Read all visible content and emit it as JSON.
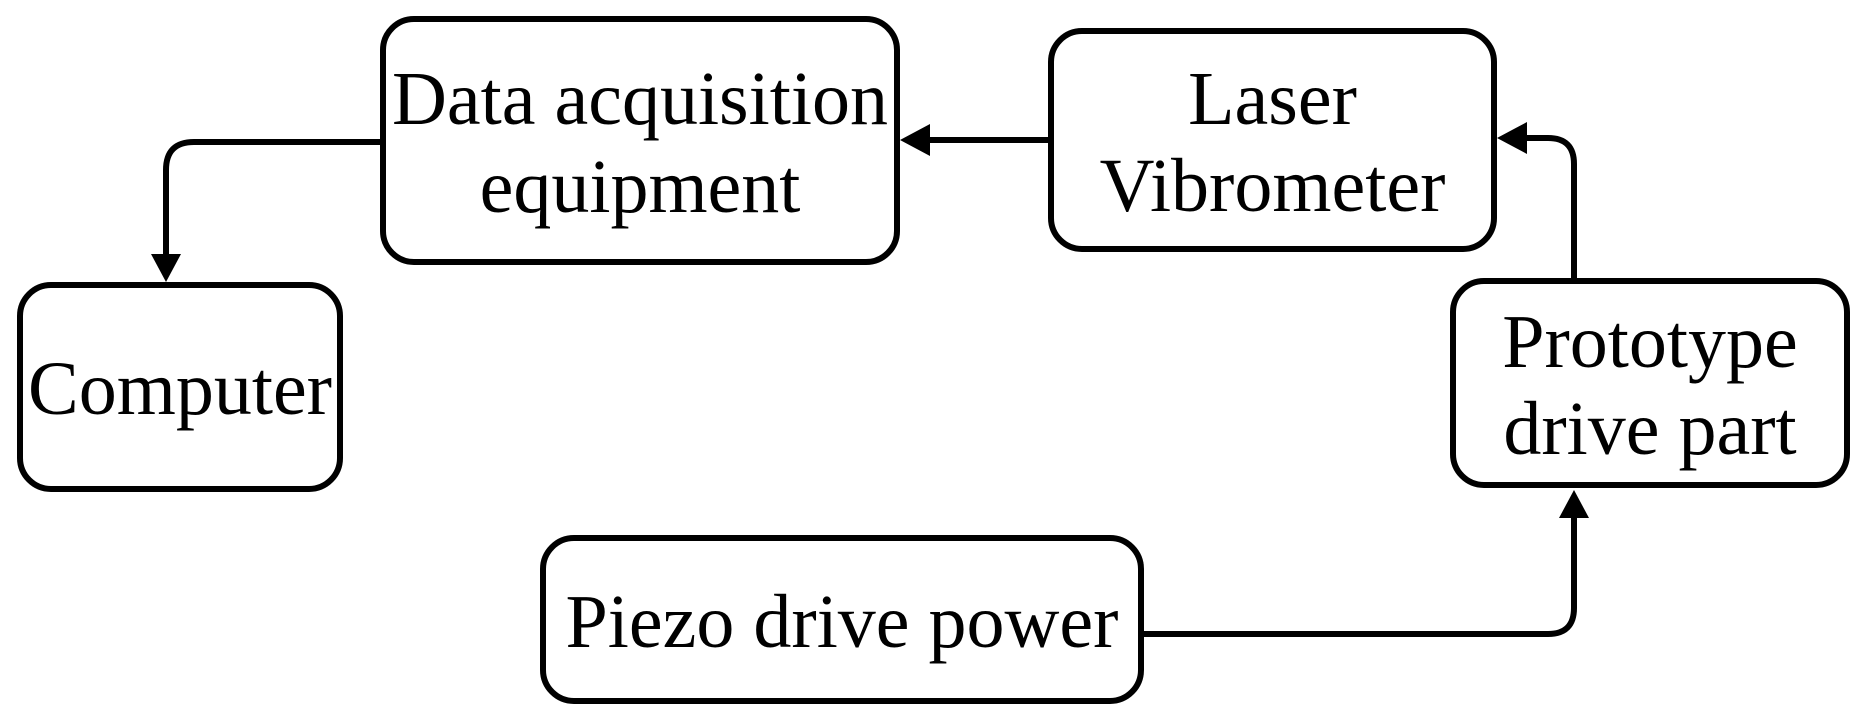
{
  "diagram": {
    "type": "flow-diagram",
    "nodes": [
      {
        "id": "data-acquisition-equipment",
        "label": "Data acquisition\nequipment"
      },
      {
        "id": "laser-vibrometer",
        "label": "Laser\nVibrometer"
      },
      {
        "id": "computer",
        "label": "Computer"
      },
      {
        "id": "prototype-drive-part",
        "label": "Prototype\ndrive part"
      },
      {
        "id": "piezo-drive-power",
        "label": "Piezo drive power"
      }
    ],
    "edges": [
      {
        "from": "laser-vibrometer",
        "to": "data-acquisition-equipment"
      },
      {
        "from": "data-acquisition-equipment",
        "to": "computer"
      },
      {
        "from": "prototype-drive-part",
        "to": "laser-vibrometer"
      },
      {
        "from": "piezo-drive-power",
        "to": "prototype-drive-part"
      }
    ]
  },
  "colors": {
    "background": "#ffffff",
    "stroke": "#000000",
    "text": "#000000"
  }
}
